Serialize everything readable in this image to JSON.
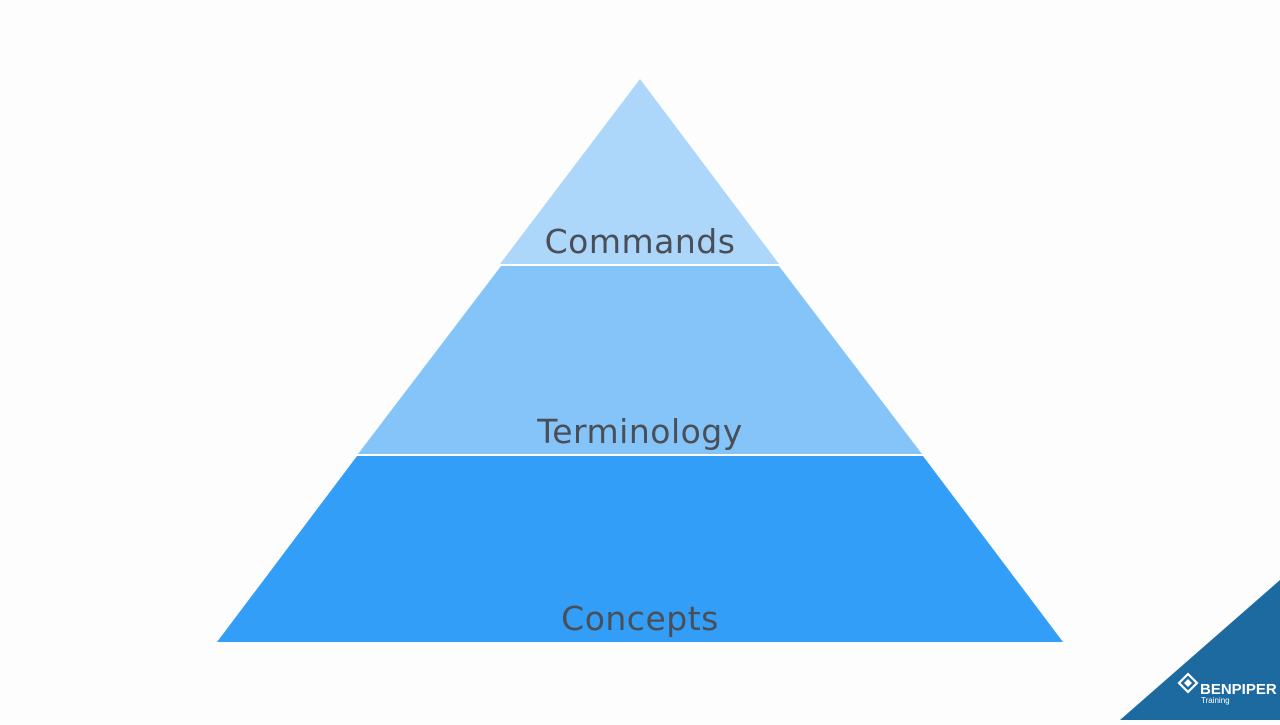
{
  "pyramid": {
    "tiers": [
      {
        "label": "Commands",
        "color": "#add6fb"
      },
      {
        "label": "Terminology",
        "color": "#85c4f9"
      },
      {
        "label": "Concepts",
        "color": "#339ef7"
      }
    ],
    "divider_color": "#ffffff"
  },
  "branding": {
    "name": "BENPIPER",
    "subtitle": "Training",
    "corner_color": "#1c6aa0",
    "logo_icon": "benpiper-diamond-icon"
  }
}
